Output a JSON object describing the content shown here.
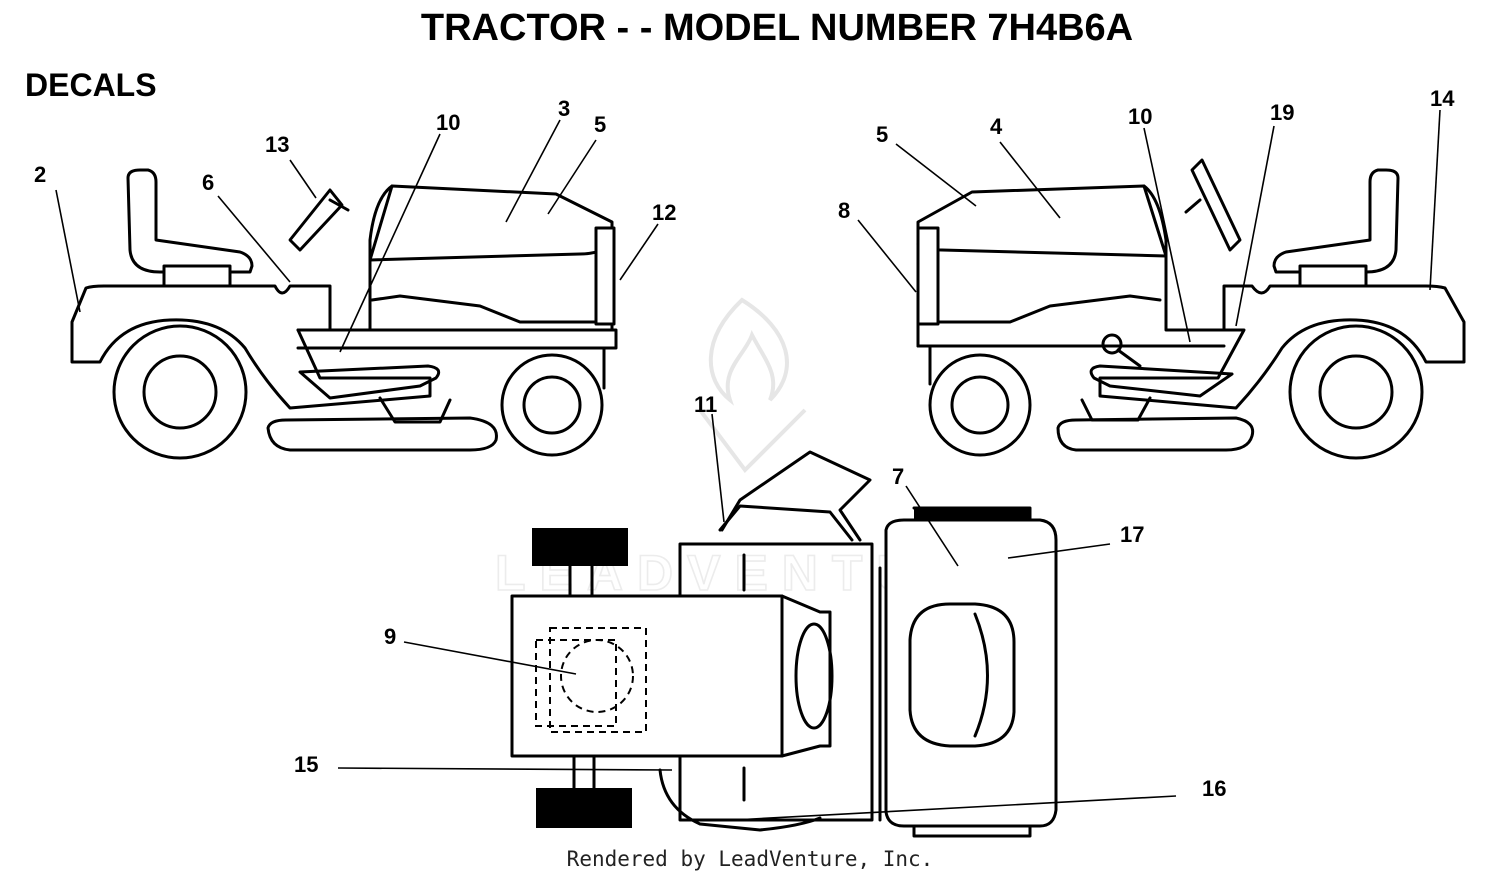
{
  "title": "TRACTOR - - MODEL NUMBER 7H4B6A",
  "section_label": "DECALS",
  "footer": "Rendered by LeadVenture, Inc.",
  "watermark": "LEADVENTURE",
  "callouts": {
    "c2": "2",
    "c3": "3",
    "c4": "4",
    "c5a": "5",
    "c5b": "5",
    "c6": "6",
    "c7": "7",
    "c8": "8",
    "c9": "9",
    "c10a": "10",
    "c10b": "10",
    "c11": "11",
    "c12": "12",
    "c13": "13",
    "c14": "14",
    "c15": "15",
    "c16": "16",
    "c17": "17",
    "c19": "19"
  }
}
